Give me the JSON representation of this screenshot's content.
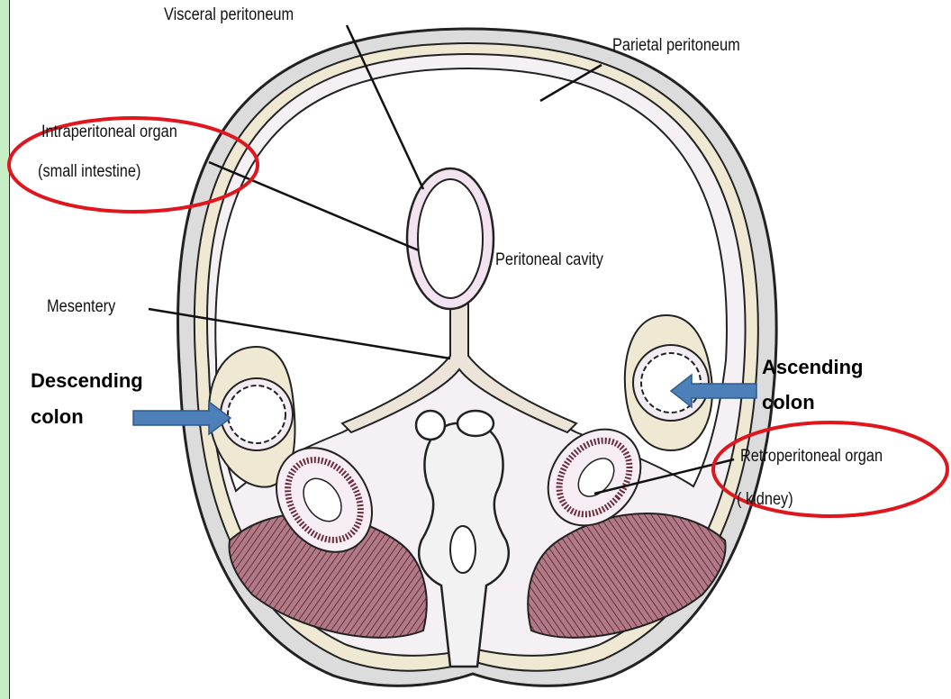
{
  "labels": {
    "visceral_peritoneum": "Visceral peritoneum",
    "parietal_peritoneum": "Parietal peritoneum",
    "intraperitoneal_organ": "Intraperitoneal organ",
    "small_intestine": "(small intestine)",
    "peritoneal_cavity": "Peritoneal cavity",
    "mesentery": "Mesentery",
    "descending": "Descending",
    "descending_colon": "colon",
    "ascending": "Ascending",
    "ascending_colon": "colon",
    "retroperitoneal_organ": "Retroperitoneal organ",
    "kidney": "( kidney)"
  },
  "colors": {
    "highlight_ellipse": "#e0161e",
    "arrow_fill": "#4d7fb8",
    "arrow_stroke": "#2e5a8c",
    "side_strip": "#c6efc6",
    "muscle": "#8a4a5a"
  }
}
